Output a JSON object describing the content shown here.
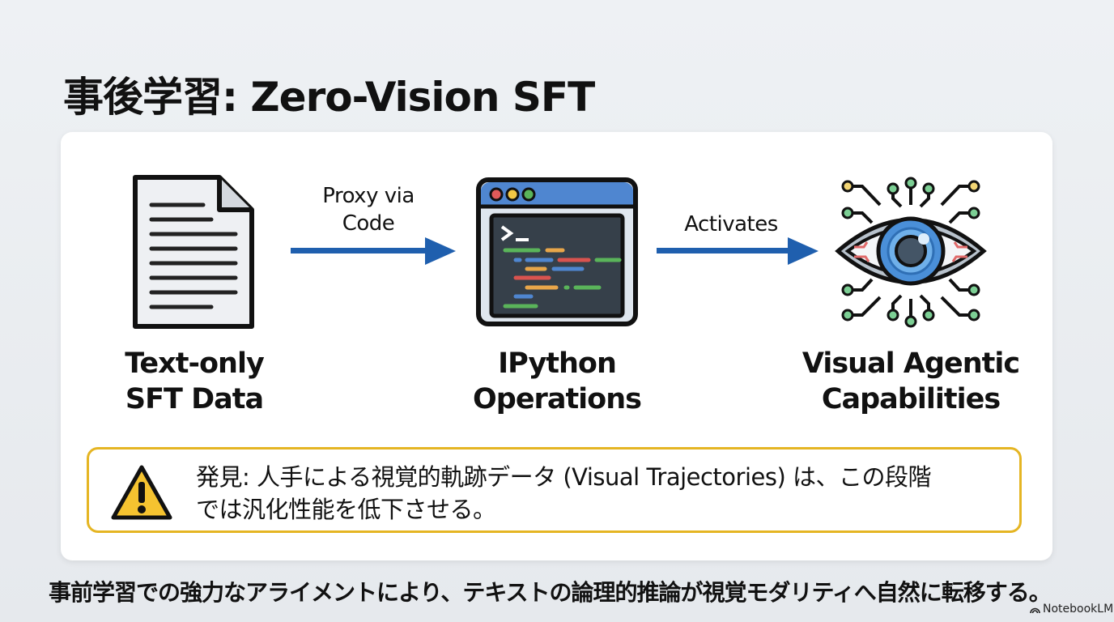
{
  "title": "事後学習: Zero-Vision SFT",
  "flow": {
    "steps": [
      {
        "label_line1": "Text-only",
        "label_line2": "SFT Data",
        "icon": "document-icon"
      },
      {
        "label_line1": "IPython",
        "label_line2": "Operations",
        "icon": "terminal-window-icon"
      },
      {
        "label_line1": "Visual Agentic",
        "label_line2": "Capabilities",
        "icon": "circuit-eye-icon"
      }
    ],
    "arrows": [
      {
        "label_line1": "Proxy via",
        "label_line2": "Code"
      },
      {
        "label_line1": "Activates"
      }
    ]
  },
  "warning": {
    "icon": "warning-icon",
    "line1": "発見: 人手による視覚的軌跡データ (Visual Trajectories) は、この段階",
    "line2": "では汎化性能を低下させる。"
  },
  "footer": "事前学習での強力なアライメントにより、テキストの論理的推論が視覚モダリティへ自然に転移する。",
  "brand": "NotebookLM",
  "colors": {
    "arrow": "#1f5fae",
    "warning_border": "#e5b523",
    "warning_fill": "#f5c330"
  }
}
